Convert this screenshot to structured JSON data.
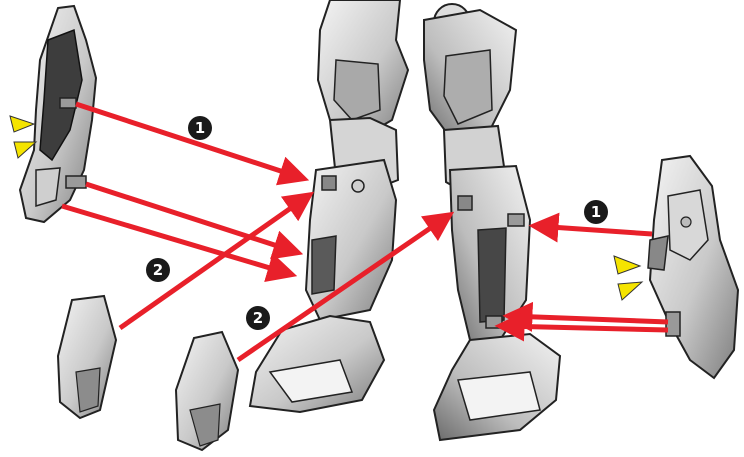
{
  "colors": {
    "arrow": "#e8202a",
    "badge": "#1a1a1a",
    "badge_text": "#ffffff",
    "spark": "#f5e400",
    "armor_light": "#e6e6e6",
    "armor_mid": "#bdbdbd",
    "armor_dark": "#6e6e6e",
    "outline": "#222222"
  },
  "steps": {
    "step1": "1",
    "step2": "2"
  },
  "icons": {
    "spark": "attention-spark-icon",
    "badge": "step-number-badge"
  }
}
